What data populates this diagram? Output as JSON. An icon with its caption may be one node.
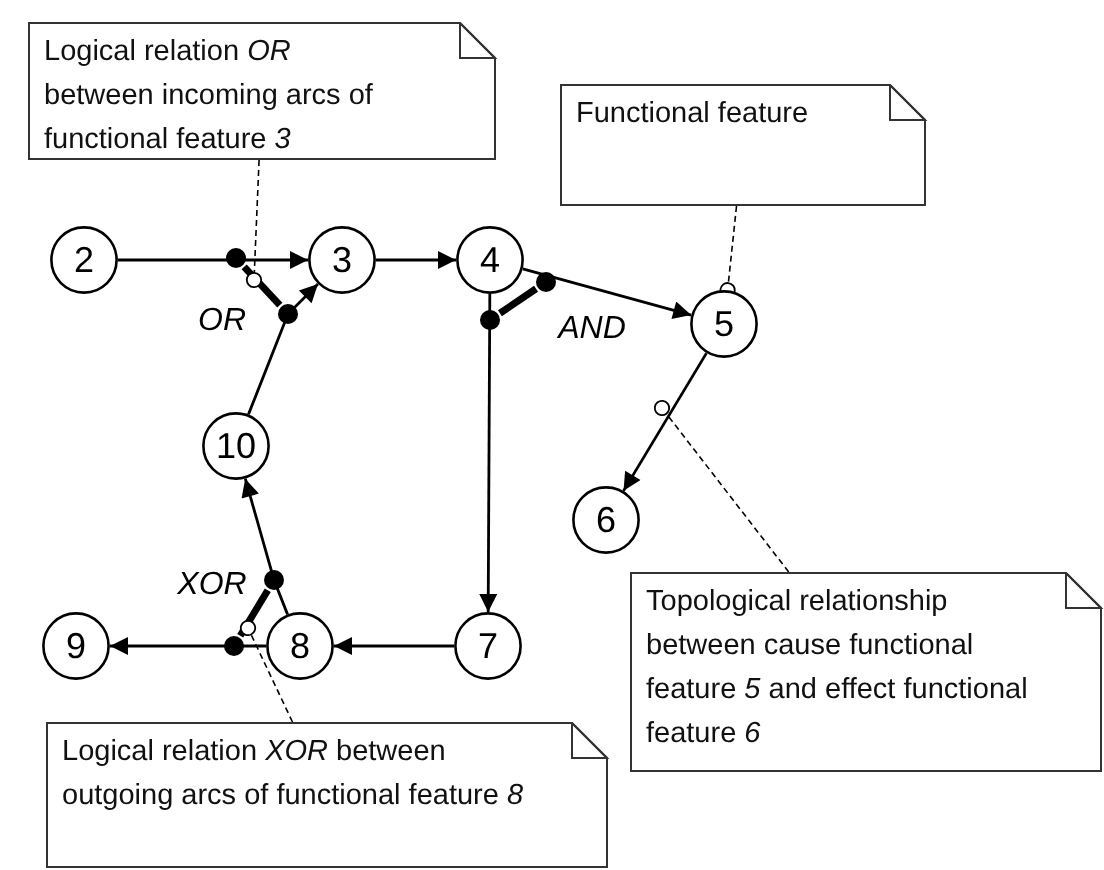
{
  "diagram": {
    "nodes": [
      {
        "text": [
          "Logical relation *OR* between incoming arcs of functional feature *3*"
        ]
      },
      {
        "text": [
          "Functional feature"
        ]
      },
      {
        "text": [
          "2"
        ]
      },
      {
        "text": [
          "3"
        ]
      },
      {
        "text": [
          "4"
        ]
      },
      {
        "text": [
          "5"
        ]
      },
      {
        "text": [
          "10"
        ]
      },
      {
        "text": [
          "6"
        ]
      },
      {
        "text": [
          "9"
        ]
      },
      {
        "text": [
          "8"
        ]
      },
      {
        "text": [
          "7"
        ]
      },
      {
        "text": [
          "Topological relationship between cause functional feature *5* and effect functional feature *6*"
        ]
      },
      {
        "text": [
          "Logical relation *XOR* between outgoing arcs of functional feature *8*"
        ]
      },
      {
        "text": [],
        "shape": "bar",
        "beside": [
          "OR"
        ]
      },
      {
        "text": [],
        "shape": "bar",
        "beside": [
          "AND"
        ]
      },
      {
        "text": [],
        "shape": "bar",
        "beside": [
          "XOR"
        ]
      }
    ],
    "edges": [
      {
        "from": 2,
        "to": 3,
        "arrow": "to"
      },
      {
        "from": 6,
        "to": 3,
        "arrow": "to"
      },
      {
        "from": 3,
        "to": 4,
        "arrow": "to"
      },
      {
        "from": 4,
        "to": 5,
        "arrow": "to"
      },
      {
        "from": 4,
        "to": 10,
        "arrow": "to"
      },
      {
        "from": 5,
        "to": 7,
        "arrow": "to"
      },
      {
        "from": 10,
        "to": 9,
        "arrow": "to"
      },
      {
        "from": 9,
        "to": 8,
        "arrow": "to"
      },
      {
        "from": 9,
        "to": 6,
        "arrow": "to"
      },
      {
        "from": 0,
        "to": 13,
        "arrow": "other",
        "style": "dashed"
      },
      {
        "from": 1,
        "to": 5,
        "arrow": "other",
        "style": "dashed"
      },
      {
        "from": 11,
        "to": null,
        "arrow": "other",
        "style": "dashed"
      },
      {
        "from": 12,
        "to": 15,
        "arrow": "other",
        "style": "dashed"
      }
    ]
  }
}
